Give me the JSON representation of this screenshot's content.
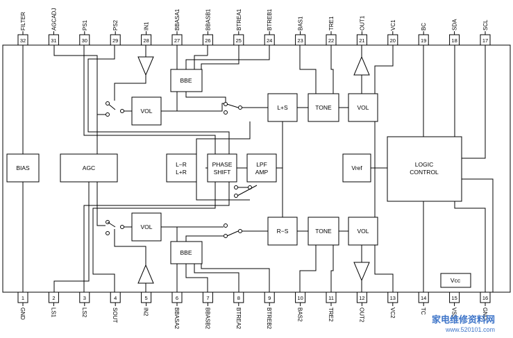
{
  "pins_top": [
    {
      "num": "32",
      "name": "FILTER"
    },
    {
      "num": "31",
      "name": "AGCADJ"
    },
    {
      "num": "30",
      "name": "PS1"
    },
    {
      "num": "29",
      "name": "PS2"
    },
    {
      "num": "28",
      "name": "IN1"
    },
    {
      "num": "27",
      "name": "BBASA1"
    },
    {
      "num": "26",
      "name": "BBASB1"
    },
    {
      "num": "25",
      "name": "BTREA1"
    },
    {
      "num": "24",
      "name": "BTREB1"
    },
    {
      "num": "23",
      "name": "BAS1"
    },
    {
      "num": "22",
      "name": "TRE1"
    },
    {
      "num": "21",
      "name": "OUT1"
    },
    {
      "num": "20",
      "name": "VC1"
    },
    {
      "num": "19",
      "name": "BC"
    },
    {
      "num": "18",
      "name": "SDA"
    },
    {
      "num": "17",
      "name": "SCL"
    }
  ],
  "pins_bottom": [
    {
      "num": "1",
      "name": "GND"
    },
    {
      "num": "2",
      "name": "LS1"
    },
    {
      "num": "3",
      "name": "LS2"
    },
    {
      "num": "4",
      "name": "SOUT"
    },
    {
      "num": "5",
      "name": "IN2"
    },
    {
      "num": "6",
      "name": "BBASA2"
    },
    {
      "num": "7",
      "name": "BBASB2"
    },
    {
      "num": "8",
      "name": "BTREA2"
    },
    {
      "num": "9",
      "name": "BTREB2"
    },
    {
      "num": "10",
      "name": "BAS2"
    },
    {
      "num": "11",
      "name": "TRE2"
    },
    {
      "num": "12",
      "name": "OUT2"
    },
    {
      "num": "13",
      "name": "VC2"
    },
    {
      "num": "14",
      "name": "TC"
    },
    {
      "num": "15",
      "name": "VSS"
    },
    {
      "num": "16",
      "name": "GND"
    }
  ],
  "blocks": {
    "bias": "BIAS",
    "agc": "AGC",
    "vol_top_left": "VOL",
    "vol_bottom_left": "VOL",
    "bbe_top": "BBE",
    "bbe_bottom": "BBE",
    "lr_line1": "L−R",
    "lr_line2": "L+R",
    "phase_line1": "PHASE",
    "phase_line2": "SHIFT",
    "lpf_line1": "LPF",
    "lpf_line2": "AMP",
    "l_plus_s": "L+S",
    "r_minus_s": "R−S",
    "tone_top": "TONE",
    "tone_bottom": "TONE",
    "vol_top_right": "VOL",
    "vol_bottom_right": "VOL",
    "vref": "Vref",
    "logic_line1": "LOGIC",
    "logic_line2": "CONTROL",
    "vcc": "Vcc"
  },
  "watermark": {
    "text": "家电维修资料网",
    "url": "www.520101.com"
  }
}
